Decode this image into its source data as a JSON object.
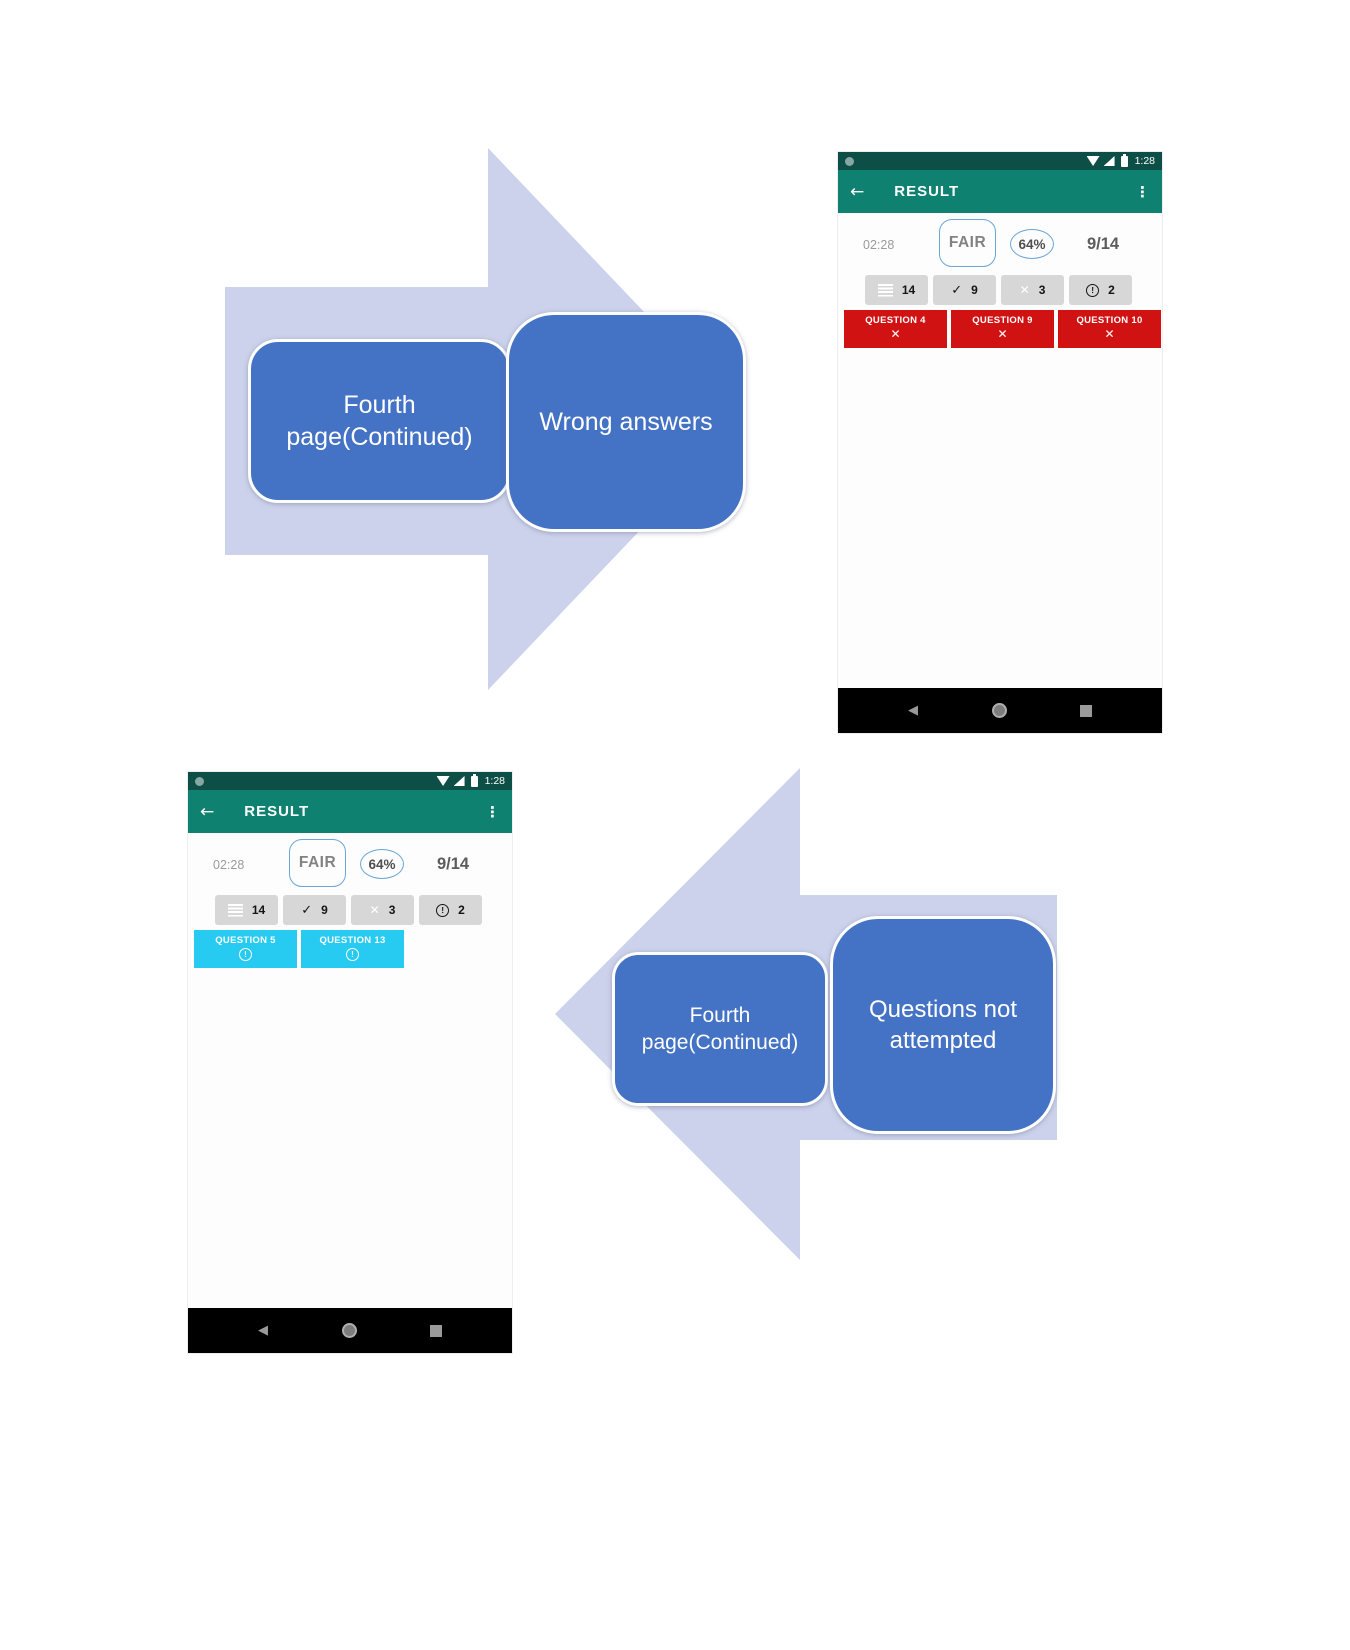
{
  "page": {
    "background": "#ffffff"
  },
  "colors": {
    "app_bar_teal": "#0f8170",
    "status_bar_teal": "#0d4f47",
    "wrong_red": "#d01212",
    "not_attempted_cyan": "#27cbf1",
    "node_blue": "#4472c4",
    "arrow_lavender": "#ccd2ec",
    "badge_outline_blue": "#6aa6d8",
    "chip_gray": "#d7d7d7"
  },
  "icons": {
    "back_arrow": "←",
    "overflow_menu": "⋮",
    "check": "✓",
    "cross": "✕",
    "nav_back": "◀"
  },
  "diagram": {
    "arrow_fill": "#ccd2ec",
    "node_fill": "#4472c4",
    "flow_top": {
      "step1_label": "Fourth page(Continued)",
      "step2_label": "Wrong answers"
    },
    "flow_bottom": {
      "step1_label": "Fourth page(Continued)",
      "step2_label": "Questions not attempted"
    }
  },
  "phone_top_right": {
    "status_bar": {
      "time": "1:28"
    },
    "app_bar": {
      "title": "RESULT"
    },
    "summary": {
      "elapsed": "02:28",
      "grade": "FAIR",
      "percent": "64%",
      "score": "9/14"
    },
    "stats": [
      {
        "icon": "list-icon",
        "value": "14"
      },
      {
        "icon": "check-icon",
        "value": "9"
      },
      {
        "icon": "cross-icon",
        "value": "3"
      },
      {
        "icon": "alert-icon",
        "value": "2"
      }
    ],
    "questions": {
      "status": "wrong",
      "color": "#d01212",
      "mark": "✕",
      "items": [
        {
          "label": "QUESTION 4"
        },
        {
          "label": "QUESTION 9"
        },
        {
          "label": "QUESTION 10"
        }
      ]
    }
  },
  "phone_bottom_left": {
    "status_bar": {
      "time": "1:28"
    },
    "app_bar": {
      "title": "RESULT"
    },
    "summary": {
      "elapsed": "02:28",
      "grade": "FAIR",
      "percent": "64%",
      "score": "9/14"
    },
    "stats": [
      {
        "icon": "list-icon",
        "value": "14"
      },
      {
        "icon": "check-icon",
        "value": "9"
      },
      {
        "icon": "cross-icon",
        "value": "3"
      },
      {
        "icon": "alert-icon",
        "value": "2"
      }
    ],
    "questions": {
      "status": "not-attempted",
      "color": "#27cbf1",
      "mark": "!",
      "items": [
        {
          "label": "QUESTION 5"
        },
        {
          "label": "QUESTION 13"
        }
      ]
    }
  }
}
